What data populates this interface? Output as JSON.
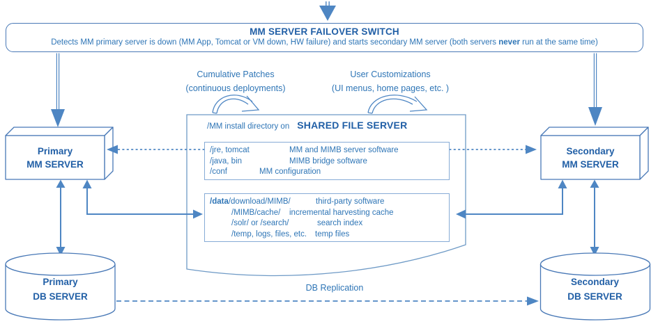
{
  "colors": {
    "accent_arrow": "#4e86c3",
    "box_border": "#4878b6",
    "inner_box_border": "#86abd6",
    "document_border": "#6e9ac6",
    "heading_text": "#215fa6",
    "body_text": "#2e75b6"
  },
  "top_banner": {
    "title": "MM SERVER FAILOVER SWITCH",
    "subtitle_pre": "Detects MM primary server is down (MM App, Tomcat or VM down, HW failure) and starts secondary MM server (both servers ",
    "subtitle_bold": "never",
    "subtitle_post": " run at the same time)"
  },
  "annotations": {
    "cumulative_patches": {
      "line1": "Cumulative Patches",
      "line2": "(continuous deployments)"
    },
    "user_customizations": {
      "line1": "User Customizations",
      "line2": "(UI menus, home pages, etc. )"
    }
  },
  "nodes": {
    "primary_mm": {
      "line1": "Primary",
      "line2": "MM SERVER"
    },
    "secondary_mm": {
      "line1": "Secondary",
      "line2": "MM SERVER"
    },
    "primary_db": {
      "line1": "Primary",
      "line2": "DB SERVER"
    },
    "secondary_db": {
      "line1": "Secondary",
      "line2": "DB SERVER"
    }
  },
  "shared_file_server": {
    "header_prefix": "/MM install directory on",
    "header_title": "SHARED FILE SERVER",
    "software_box": {
      "rows": [
        {
          "path": "/jre, tomcat",
          "desc": "MM and MIMB server software"
        },
        {
          "path": "/java, bin",
          "desc": "MIMB bridge software"
        },
        {
          "path": "/conf",
          "desc": "MM configuration"
        }
      ]
    },
    "data_box": {
      "rows": [
        {
          "path_bold": "/data",
          "path": "/download/MIMB/",
          "desc": "third-party software"
        },
        {
          "path": "/MIMB/cache/",
          "desc": "incremental harvesting cache"
        },
        {
          "path": "/solr/ or /search/",
          "desc": "search index"
        },
        {
          "path": "/temp, logs, files, etc.",
          "desc": "temp files"
        }
      ]
    }
  },
  "labels": {
    "db_replication": "DB Replication"
  }
}
